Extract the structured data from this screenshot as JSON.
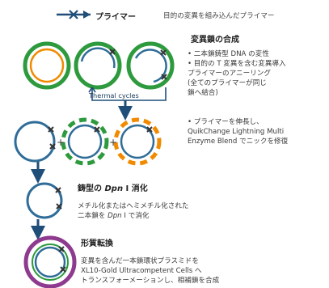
{
  "legend": {
    "label": "プライマー",
    "description": "目的の変異を組み込んだプライマー"
  },
  "step1": {
    "title": "変異鎖の合成",
    "bullets": [
      "• 二本鎖鋳型 DNA の変性",
      "• 目的の T 変異を含む変異導入",
      "  プライマーのアニーリング",
      "  (全てのプライマーが同じ",
      "  鎖へ結合)"
    ]
  },
  "cycles_label": "Thermal cycles",
  "step2": {
    "bullets": [
      "• プライマーを伸長し、",
      "  QuikChange Lightning Multi",
      "  Enzyme Blend でニックを修復"
    ],
    "plus_signs": [
      "+",
      "+"
    ]
  },
  "step3": {
    "title_pre": "鋳型の ",
    "title_italic": "Dpn",
    "title_post": " I 消化",
    "line1": "メチル化またはヘミメチル化された",
    "line2_pre": "二本鎖を ",
    "line2_italic": "Dpn",
    "line2_post": " I で消化"
  },
  "step4": {
    "title": "形質転換",
    "line1": "変異を含んだ一本鎖環状プラスミドを",
    "line2": "XL10-Gold Ultracompetent Cells へ",
    "line3": "トランスフォーメーションし、相補鎖を合成"
  },
  "colors": {
    "template_green": "#2e9a3e",
    "orange": "#f08a00",
    "mutant_blue": "#2f6d98",
    "arrow_navy": "#1f4e79",
    "purple_cell": "#8e3a8f"
  }
}
